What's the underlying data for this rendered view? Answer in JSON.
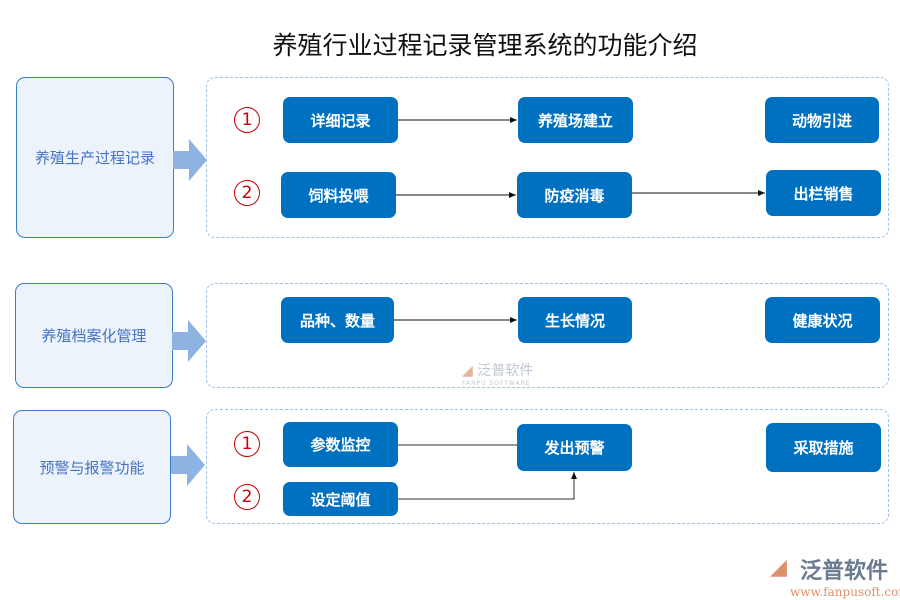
{
  "title": "养殖行业过程记录管理系统的功能介绍",
  "sections": [
    {
      "label": "养殖生产过程记录",
      "nodes": [
        "详细记录",
        "养殖场建立",
        "动物引进",
        "饲料投喂",
        "防疫消毒",
        "出栏销售"
      ],
      "markers": [
        "1",
        "2"
      ]
    },
    {
      "label": "养殖档案化管理",
      "nodes": [
        "品种、数量",
        "生长情况",
        "健康状况"
      ]
    },
    {
      "label": "预警与报警功能",
      "nodes": [
        "参数监控",
        "发出预警",
        "采取措施",
        "设定阈值"
      ],
      "markers": [
        "1",
        "2"
      ]
    }
  ],
  "watermark": {
    "name": "泛普软件",
    "sub": "FANPU SOFTWARE"
  },
  "logo": {
    "name": "泛普软件",
    "url": "www.fanpusoft.com"
  },
  "colors": {
    "node": "#0070c0",
    "category_bg": "#ecf3fb",
    "category_text": "#4472c4",
    "marker": "#cc0000",
    "arrow": "#8db3e2"
  }
}
